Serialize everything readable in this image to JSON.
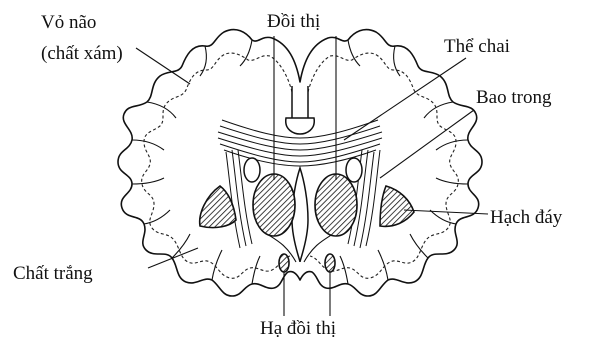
{
  "labels": {
    "cortex_line1": "Vỏ não",
    "cortex_line2": "(chất xám)",
    "thalamus": "Đồi thị",
    "corpus_callosum": "Thể chai",
    "internal_capsule": "Bao trong",
    "basal_ganglia": "Hạch đáy",
    "white_matter": "Chất trắng",
    "hypothalamus": "Hạ đồi thị"
  },
  "colors": {
    "ink": "#111111",
    "background": "#ffffff"
  }
}
